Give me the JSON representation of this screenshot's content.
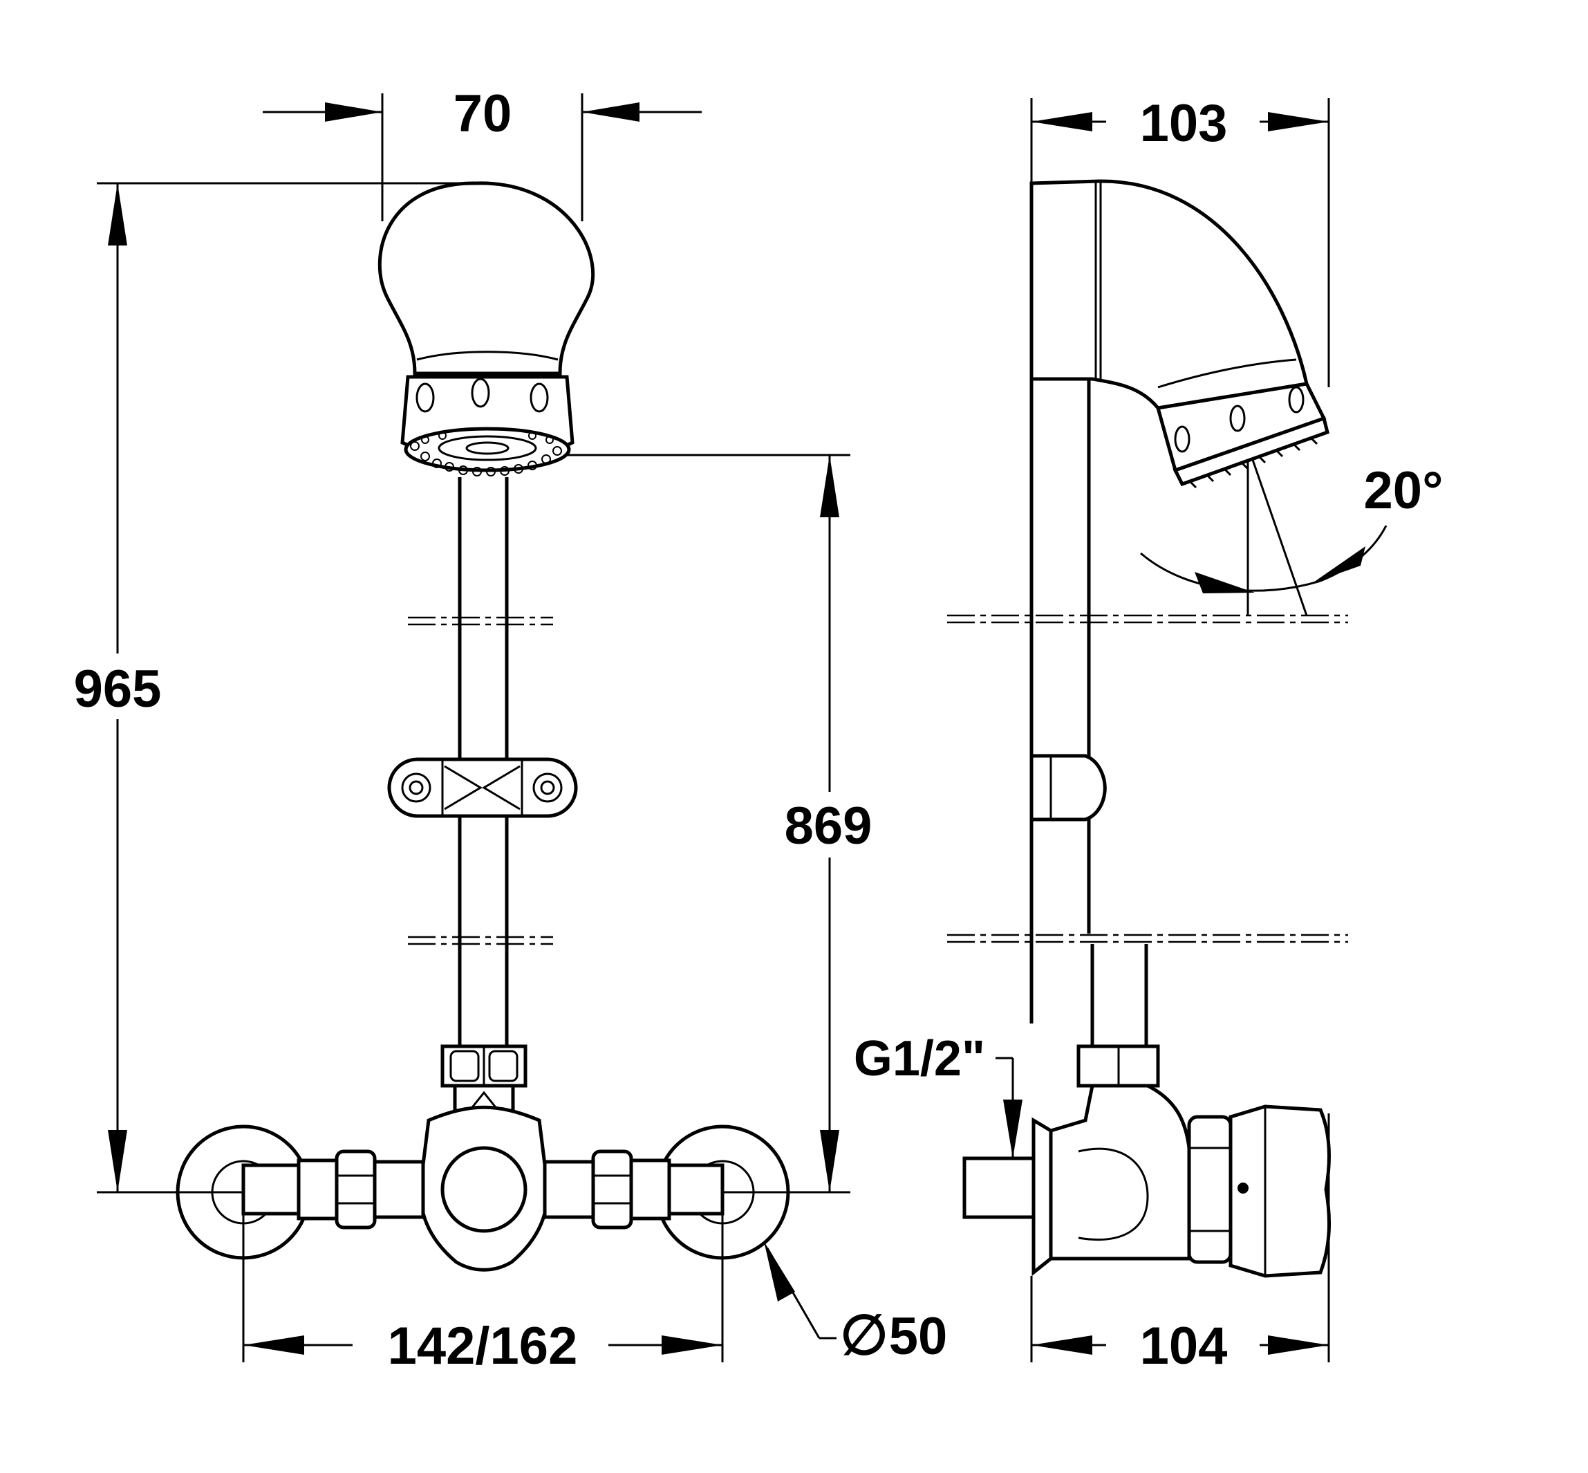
{
  "dimensions": {
    "head_width": "70",
    "side_depth_top": "103",
    "overall_height": "965",
    "outlet_height": "869",
    "tilt_angle": "20°",
    "thread": "G1/2\"",
    "centres": "142/162",
    "rosette_diameter_symbol": "∅",
    "rosette_diameter": "50",
    "side_depth_bottom": "104"
  }
}
